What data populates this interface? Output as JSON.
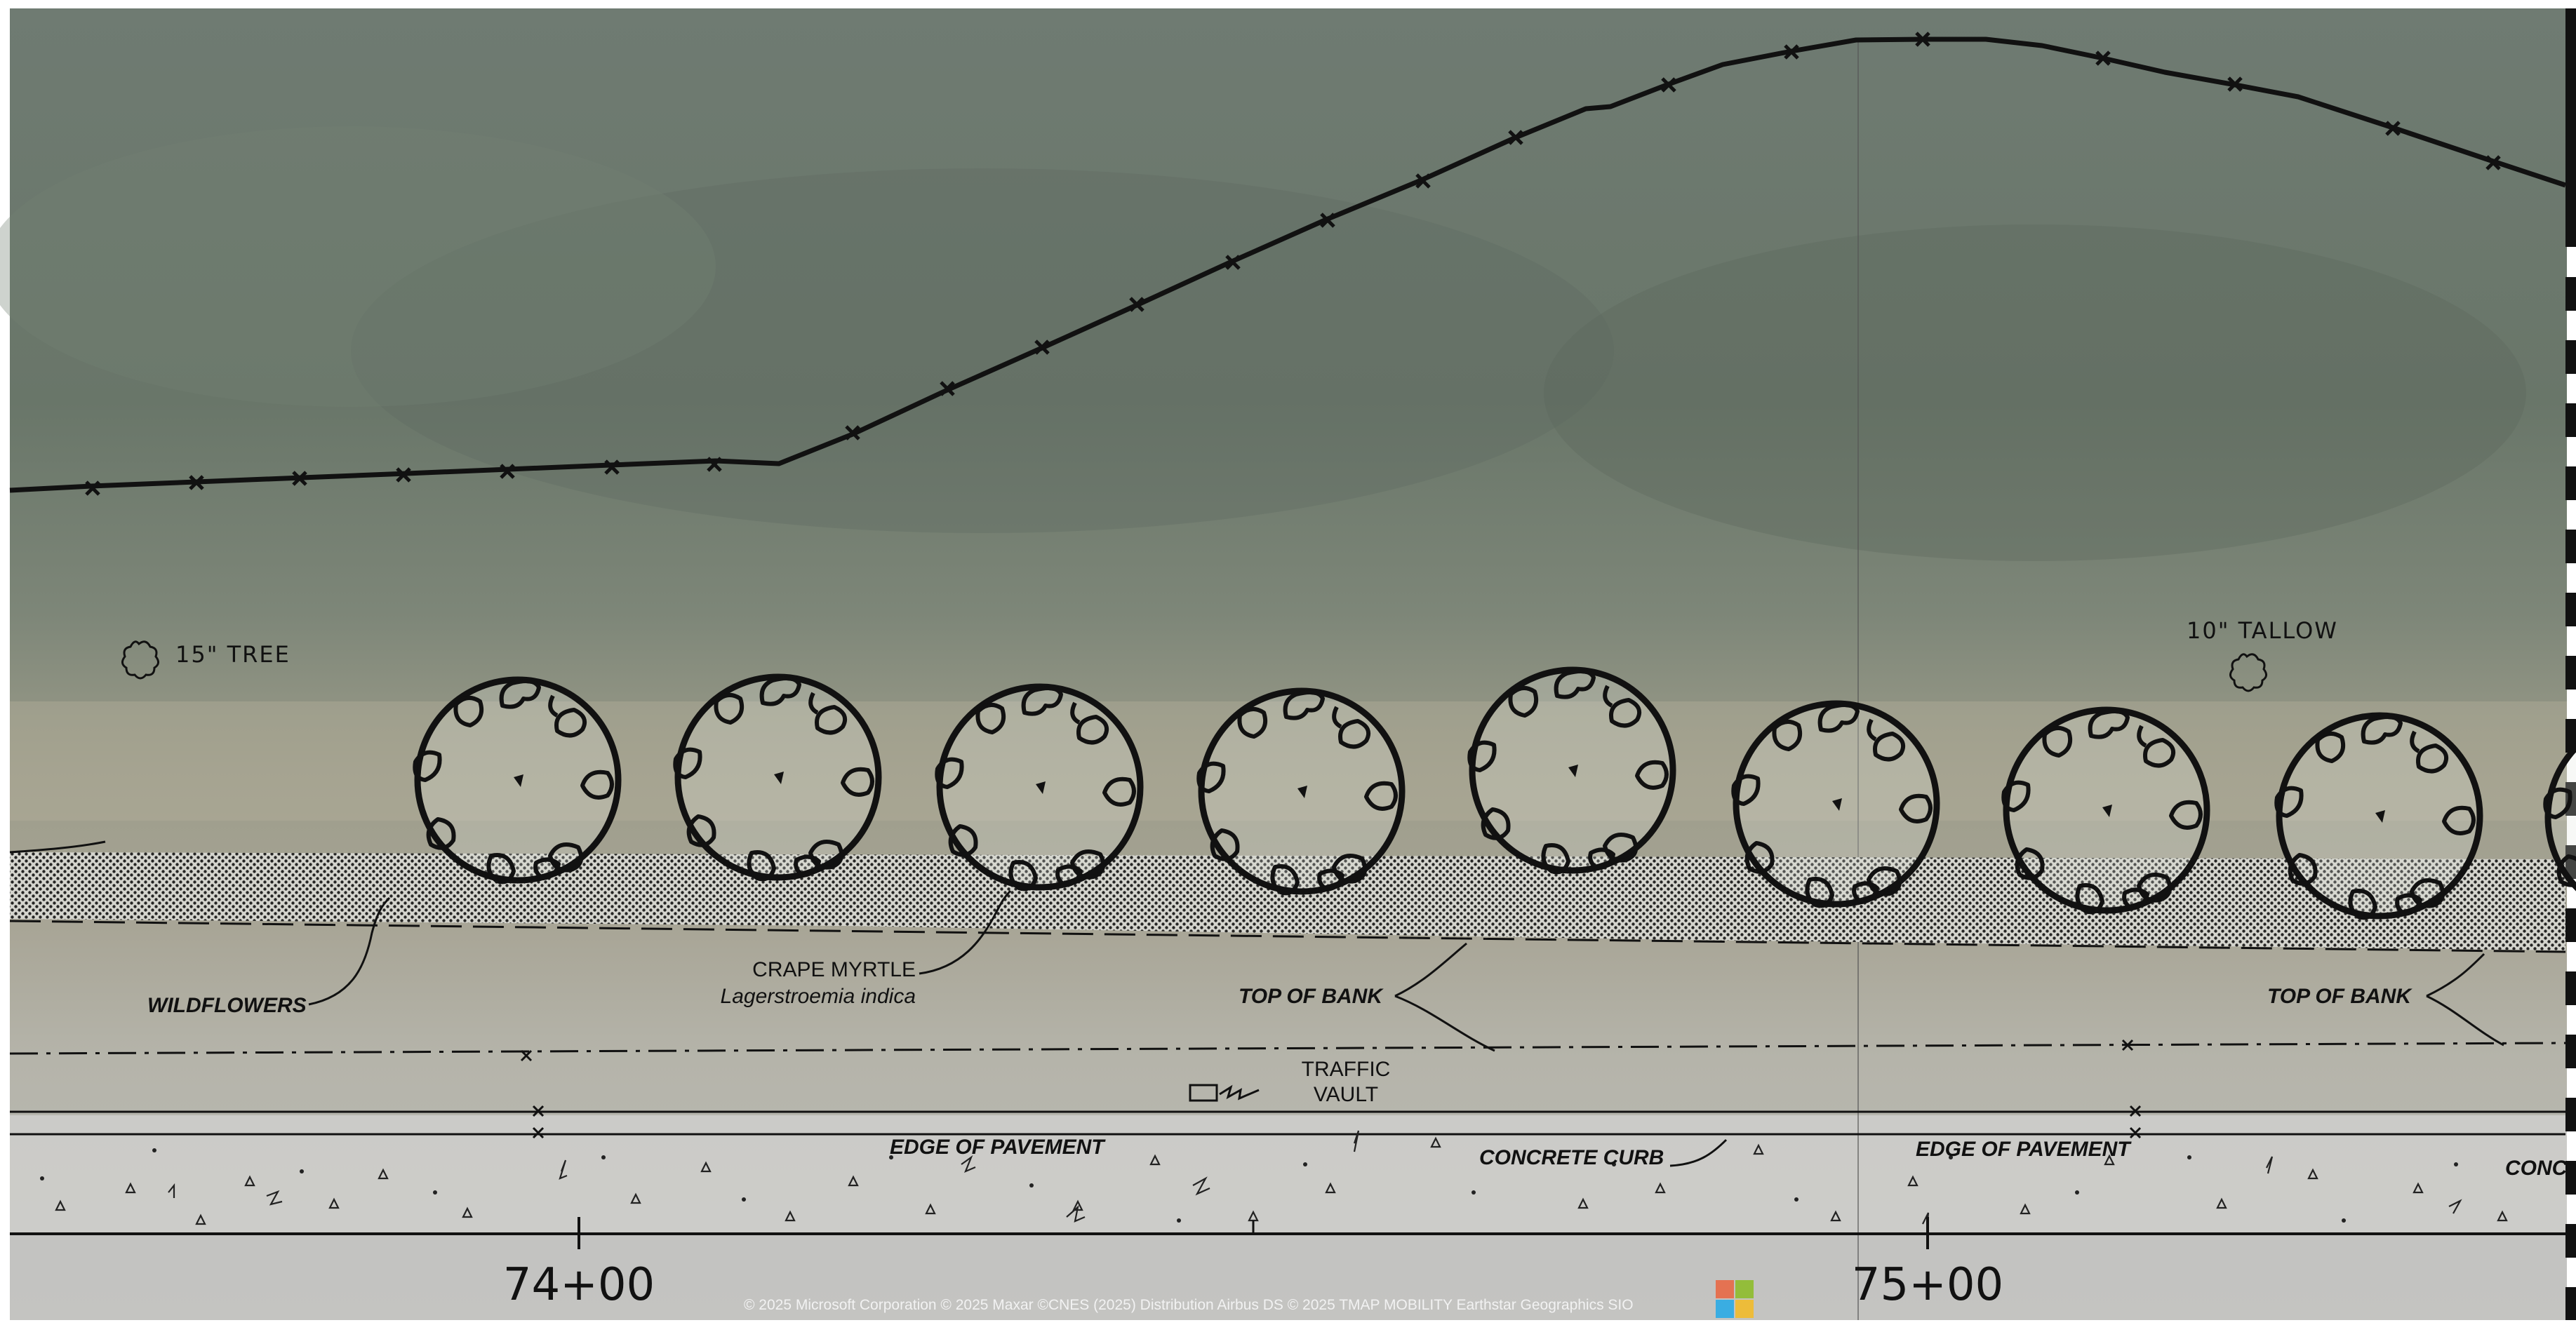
{
  "labels": {
    "tree_15": "15\" TREE",
    "tallow_10": "10\" TALLOW",
    "wildflowers": "WILDFLOWERS",
    "crape_common": "CRAPE MYRTLE",
    "crape_botanical": "Lagerstroemia indica",
    "top_of_bank_1": "TOP OF BANK",
    "top_of_bank_2": "TOP OF BANK",
    "traffic_line1": "TRAFFIC",
    "traffic_line2": "VAULT",
    "edge_pavement_1": "EDGE OF PAVEMENT",
    "edge_pavement_2": "EDGE OF PAVEMENT",
    "concrete_curb": "CONCRETE CURB",
    "conc_partial": "CONC"
  },
  "stations": [
    "74+00",
    "75+00"
  ],
  "credit": "© 2025 Microsoft Corporation © 2025 Maxar ©CNES (2025) Distribution Airbus DS © 2025 TMAP MOBILITY Earthstar Geographics  SIO",
  "trees": {
    "count": 9,
    "symbol": "crape-myrtle-symbol"
  },
  "colors": {
    "linework": "#111111",
    "hillside": "#6e7a70",
    "road": "#c9c9c6"
  }
}
